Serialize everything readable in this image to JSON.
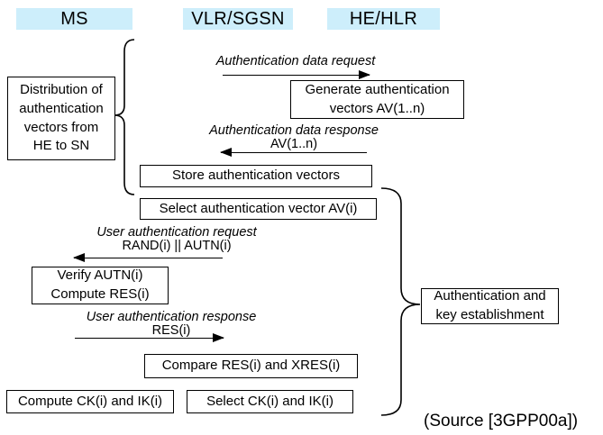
{
  "actors": [
    {
      "label": "MS"
    },
    {
      "label": "VLR/SGSN"
    },
    {
      "label": "HE/HLR"
    }
  ],
  "boxes": {
    "distribution": {
      "text": "Distribution of\nauthentication\nvectors from\nHE to SN"
    },
    "generate": {
      "text": "Generate authentication\nvectors AV(1..n)"
    },
    "store": {
      "text": "Store authentication vectors"
    },
    "select_av": {
      "text": "Select authentication vector AV(i)"
    },
    "verify": {
      "text": "Verify AUTN(i)\nCompute RES(i)"
    },
    "compare": {
      "text": "Compare RES(i) and XRES(i)"
    },
    "compute_ck": {
      "text": "Compute CK(i) and IK(i)"
    },
    "select_ck": {
      "text": "Select CK(i) and IK(i)"
    },
    "auth_key": {
      "text": "Authentication and\nkey establishment"
    }
  },
  "messages": [
    {
      "label": "Authentication data request",
      "param": "",
      "direction": "right"
    },
    {
      "label": "Authentication data response",
      "param": "AV(1..n)",
      "direction": "left"
    },
    {
      "label": "User authentication request",
      "param": "RAND(i) || AUTN(i)",
      "direction": "left"
    },
    {
      "label": "User authentication response",
      "param": "RES(i)",
      "direction": "right"
    }
  ],
  "source_note": "(Source [3GPP00a])",
  "colors": {
    "actor_bg": "#cdeefb",
    "border": "#000000",
    "text": "#000000",
    "background": "#ffffff"
  }
}
